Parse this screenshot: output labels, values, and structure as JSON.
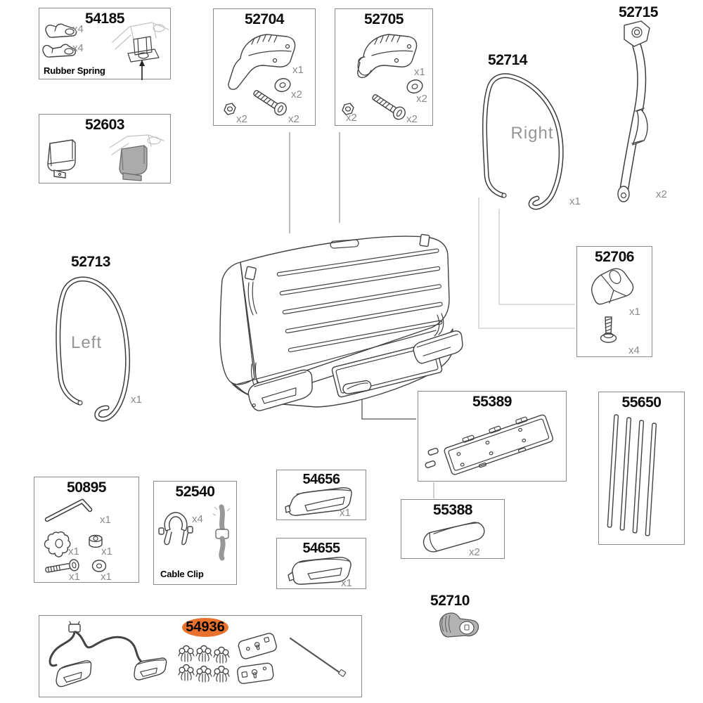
{
  "colors": {
    "highlight": "#E8722D",
    "box_border": "#8B8B8B",
    "qty_text": "#8A8A8A",
    "number_text": "#0D0D0D",
    "leader_light": "#C9C9C9",
    "leader_mid": "#999999",
    "leader_dark": "#555555"
  },
  "parts": {
    "p54185": {
      "number": "54185",
      "qty_lever_top": "x4",
      "qty_lever_bottom": "x4",
      "caption": "Rubber Spring"
    },
    "p52603": {
      "number": "52603"
    },
    "p52704": {
      "number": "52704",
      "qty_housing": "x1",
      "qty_washer": "x2",
      "qty_bolt": "x2",
      "qty_nut": "x2"
    },
    "p52705": {
      "number": "52705",
      "qty_housing": "x1",
      "qty_washer": "x2",
      "qty_bolt": "x2",
      "qty_nut": "x2"
    },
    "p52714": {
      "number": "52714",
      "side_label": "Right",
      "qty": "x1"
    },
    "p52715": {
      "number": "52715",
      "qty": "x2"
    },
    "p52713": {
      "number": "52713",
      "side_label": "Left",
      "qty": "x1"
    },
    "p52706": {
      "number": "52706",
      "qty_bracket": "x1",
      "qty_screw": "x4"
    },
    "p55389": {
      "number": "55389"
    },
    "p55650": {
      "number": "55650"
    },
    "p50895": {
      "number": "50895",
      "qty_hexkey": "x1",
      "qty_knob": "x1",
      "qty_spacer": "x1",
      "qty_bolt": "x1",
      "qty_washer": "x1"
    },
    "p52540": {
      "number": "52540",
      "qty_clip": "x4",
      "caption": "Cable Clip"
    },
    "p54656": {
      "number": "54656",
      "qty": "x1"
    },
    "p54655": {
      "number": "54655",
      "qty": "x1"
    },
    "p55388": {
      "number": "55388",
      "qty": "x2"
    },
    "p52710": {
      "number": "52710"
    },
    "p54936": {
      "number": "54936",
      "highlighted": true
    }
  }
}
